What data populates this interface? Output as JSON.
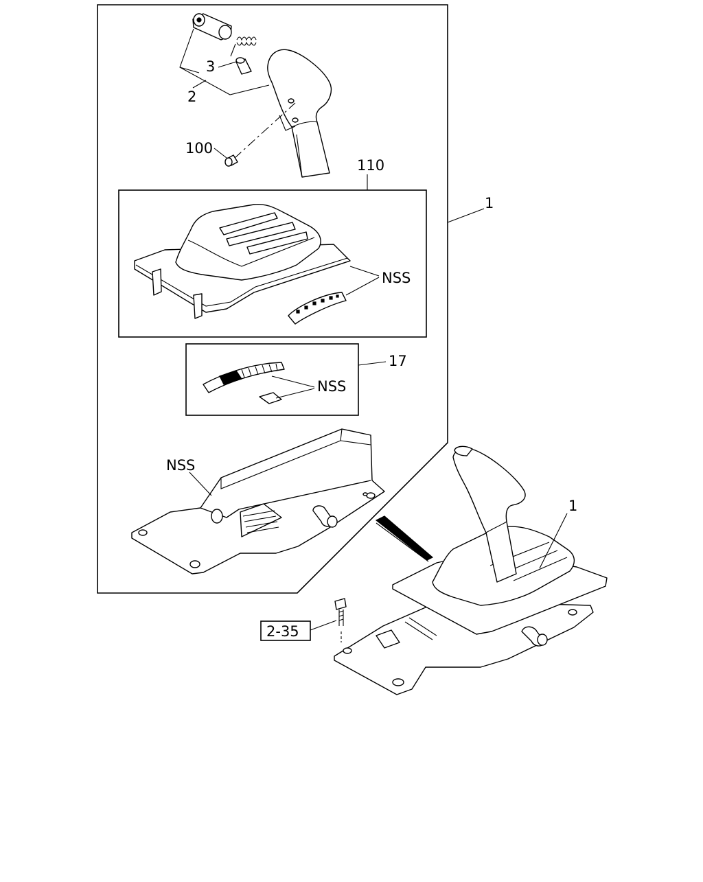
{
  "callouts": {
    "knob_part": "3",
    "sleeve_part": "2",
    "screw_part": "100",
    "indicator_cover": "110",
    "assembly_main": "1",
    "indicator_plate": "17",
    "nss_cover": "NSS",
    "nss_plate": "NSS",
    "nss_base": "NSS",
    "assembly_installed": "1",
    "bolt_reference": "2-35"
  }
}
